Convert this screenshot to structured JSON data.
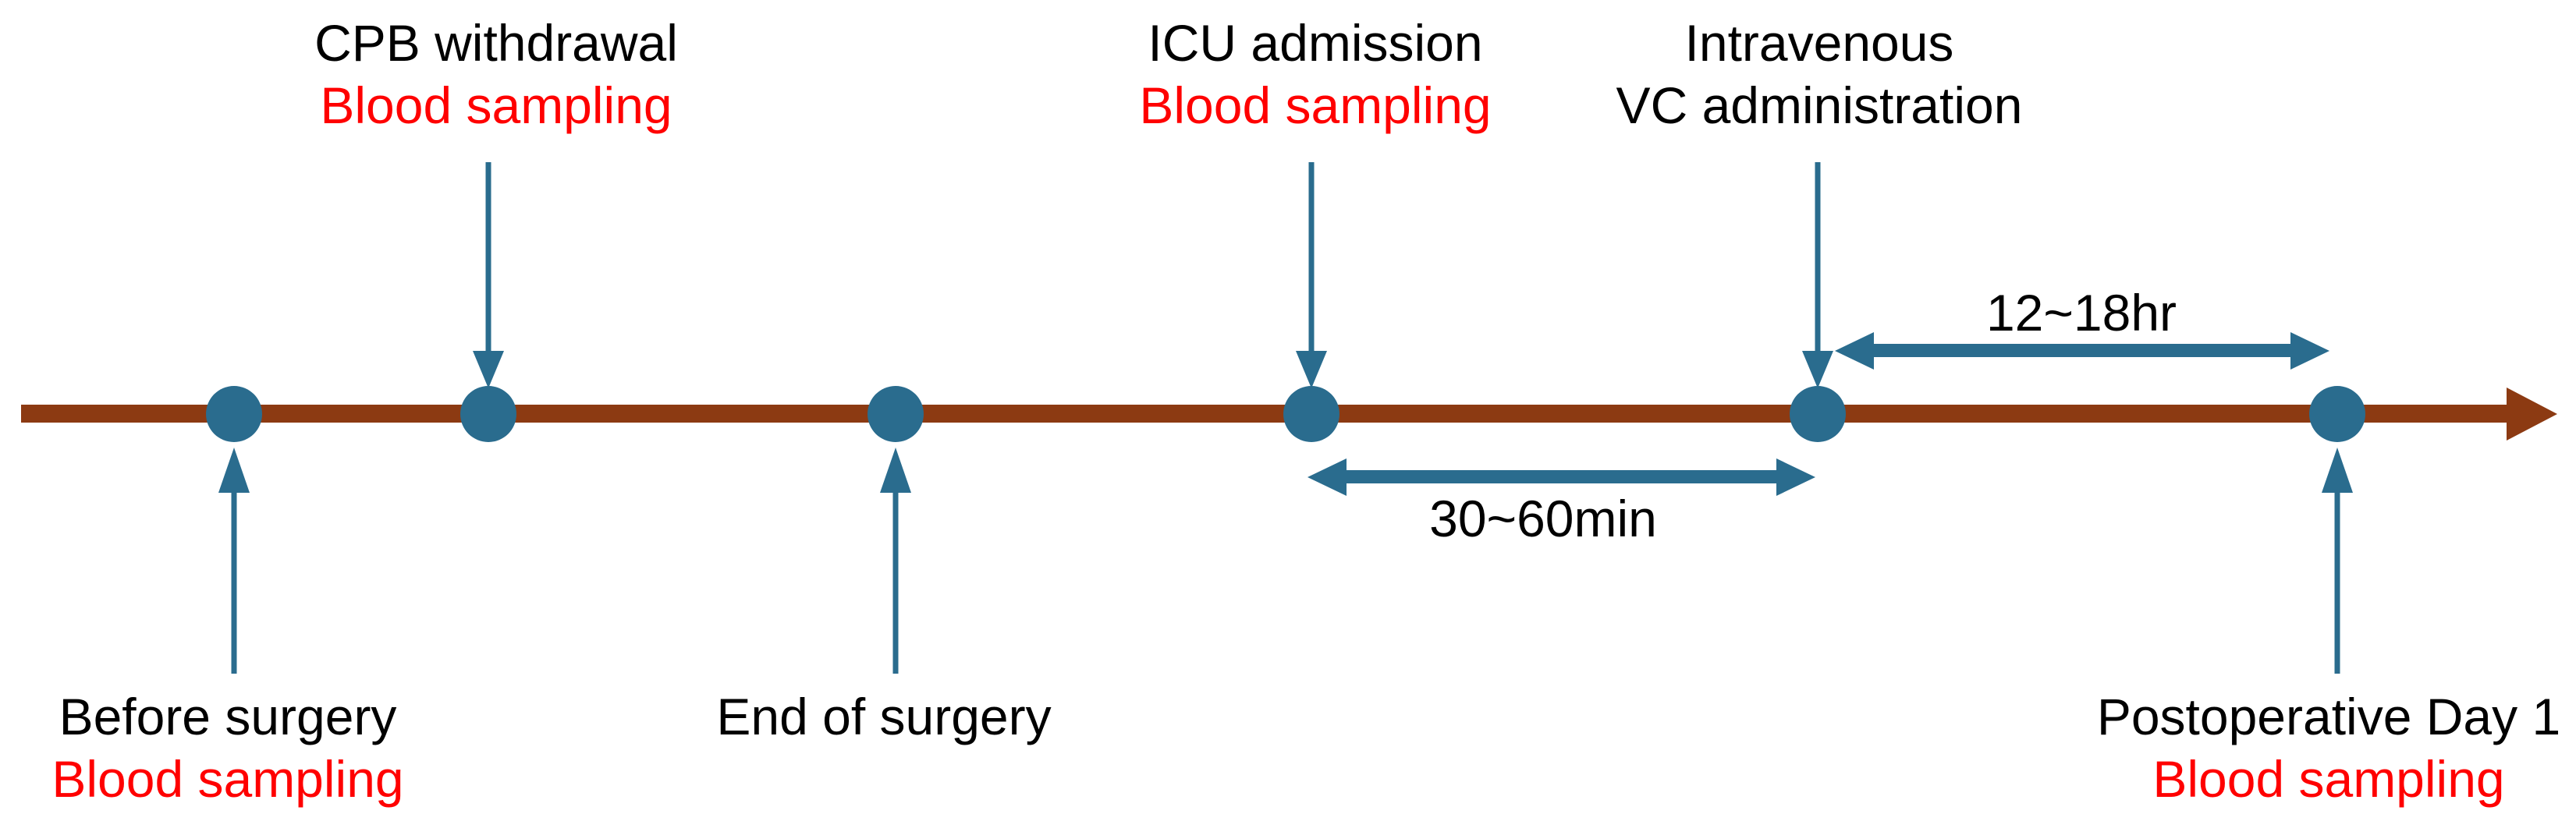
{
  "diagram": {
    "type": "clinical-study-timeline",
    "colors": {
      "timeline": "#8C3A12",
      "marker": "#2A6C8E",
      "highlight": "#FF0000",
      "text": "#000000",
      "bg": "#FFFFFF"
    },
    "events": [
      {
        "id": "before-surgery",
        "position": "below",
        "line1": "Before surgery",
        "line2": "Blood sampling",
        "line2_color": "red"
      },
      {
        "id": "cpb-withdrawal",
        "position": "above",
        "line1": "CPB withdrawal",
        "line2": "Blood sampling",
        "line2_color": "red"
      },
      {
        "id": "end-of-surgery",
        "position": "below",
        "line1": "End of surgery",
        "line2": "",
        "line2_color": "none"
      },
      {
        "id": "icu-admission",
        "position": "above",
        "line1": "ICU admission",
        "line2": "Blood sampling",
        "line2_color": "red"
      },
      {
        "id": "iv-vc-administration",
        "position": "above",
        "line1": "Intravenous",
        "line2": "VC administration",
        "line2_color": "black"
      },
      {
        "id": "postoperative-day-1",
        "position": "below",
        "line1": "Postoperative Day 1",
        "line2": "Blood sampling",
        "line2_color": "red"
      }
    ],
    "intervals": [
      {
        "id": "icu-admission-to-vc-administration",
        "label": "30~60min",
        "from": "icu-admission",
        "to": "iv-vc-administration",
        "label_position": "below-arrow"
      },
      {
        "id": "vc-administration-to-pod1",
        "label": "12~18hr",
        "from": "iv-vc-administration",
        "to": "postoperative-day-1",
        "label_position": "above-arrow"
      }
    ]
  }
}
